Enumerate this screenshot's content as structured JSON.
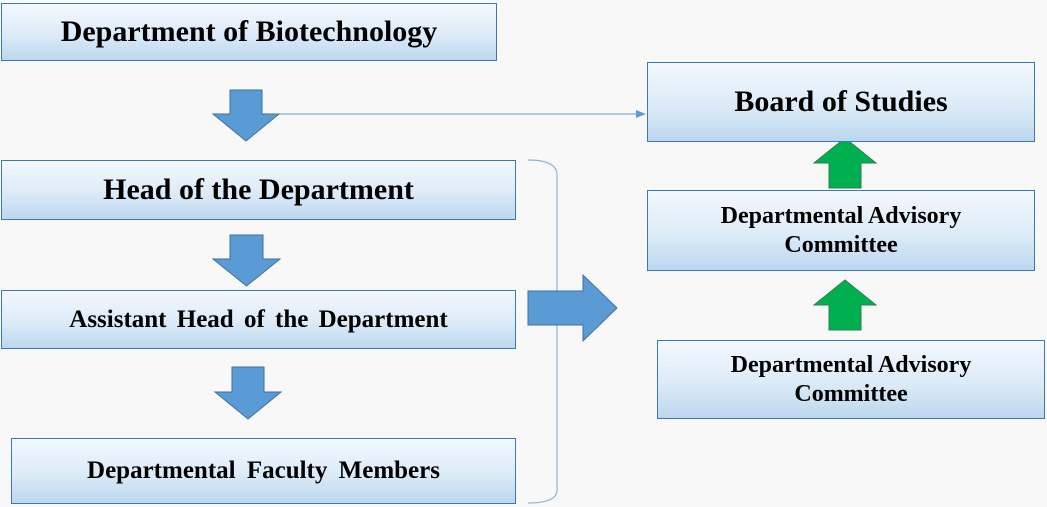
{
  "diagram": {
    "nodes": {
      "department": "Department of Biotechnology",
      "hod": "Head of the Department",
      "assistant_hod": "Assistant Head of the Department",
      "faculty": "Departmental Faculty Members",
      "board_of_studies": "Board of Studies",
      "advisory_committee_upper": "Departmental Advisory\nCommittee",
      "advisory_committee_lower": "Departmental Advisory\nCommittee"
    },
    "colors": {
      "box_border": "#3a78b8",
      "box_fill_top": "#f3f8fd",
      "box_fill_bottom": "#bdd7ee",
      "blue_arrow": "#5b9bd5",
      "blue_arrow_stroke": "#41719c",
      "green_arrow": "#00b050",
      "green_arrow_stroke": "#2e7d4f",
      "connector_line": "#5b9bd5",
      "bracket": "#8fb4db"
    },
    "edges": [
      {
        "from": "department",
        "to": "hod",
        "kind": "block-arrow-down"
      },
      {
        "from": "department",
        "to": "board_of_studies",
        "kind": "line-arrow"
      },
      {
        "from": "hod",
        "to": "assistant_hod",
        "kind": "block-arrow-down"
      },
      {
        "from": "assistant_hod",
        "to": "faculty",
        "kind": "block-arrow-down"
      },
      {
        "from": "hod/assistant_hod/faculty group",
        "to": "advisory committees",
        "kind": "block-arrow-right"
      },
      {
        "from": "advisory_committee_upper",
        "to": "board_of_studies",
        "kind": "block-arrow-up"
      },
      {
        "from": "advisory_committee_lower",
        "to": "advisory_committee_upper",
        "kind": "block-arrow-up"
      }
    ]
  }
}
